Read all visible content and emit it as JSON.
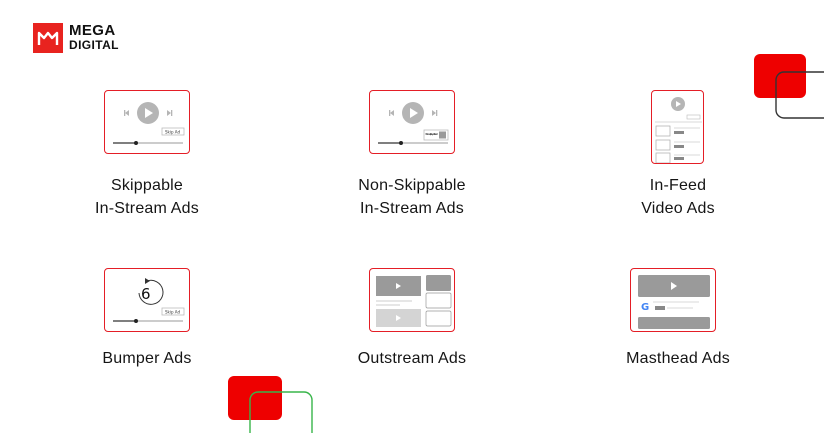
{
  "brand": {
    "line1": "MEGA",
    "line2": "DIGITAL"
  },
  "colors": {
    "accent": "#e41e26",
    "red_square": "#ee0000",
    "green_outline": "#38b54a",
    "dark_outline": "#333333",
    "gray": "#b5b5b5"
  },
  "ads": [
    {
      "id": "skippable",
      "label_l1": "Skippable",
      "label_l2": "In-Stream Ads",
      "icon": "skippable-video-icon",
      "skip_text": "Skip Ad"
    },
    {
      "id": "non-skippable",
      "label_l1": "Non-Skippable",
      "label_l2": "In-Stream Ads",
      "icon": "non-skippable-video-icon",
      "countdown_text": "Video will play after ad"
    },
    {
      "id": "in-feed",
      "label_l1": "In-Feed",
      "label_l2": "Video Ads",
      "icon": "in-feed-video-icon"
    },
    {
      "id": "bumper",
      "label_l1": "Bumper Ads",
      "icon": "bumper-video-icon",
      "countdown": "6",
      "skip_text": "Skip Ad"
    },
    {
      "id": "outstream",
      "label_l1": "Outstream Ads",
      "icon": "outstream-video-icon"
    },
    {
      "id": "masthead",
      "label_l1": "Masthead Ads",
      "icon": "masthead-video-icon"
    }
  ]
}
